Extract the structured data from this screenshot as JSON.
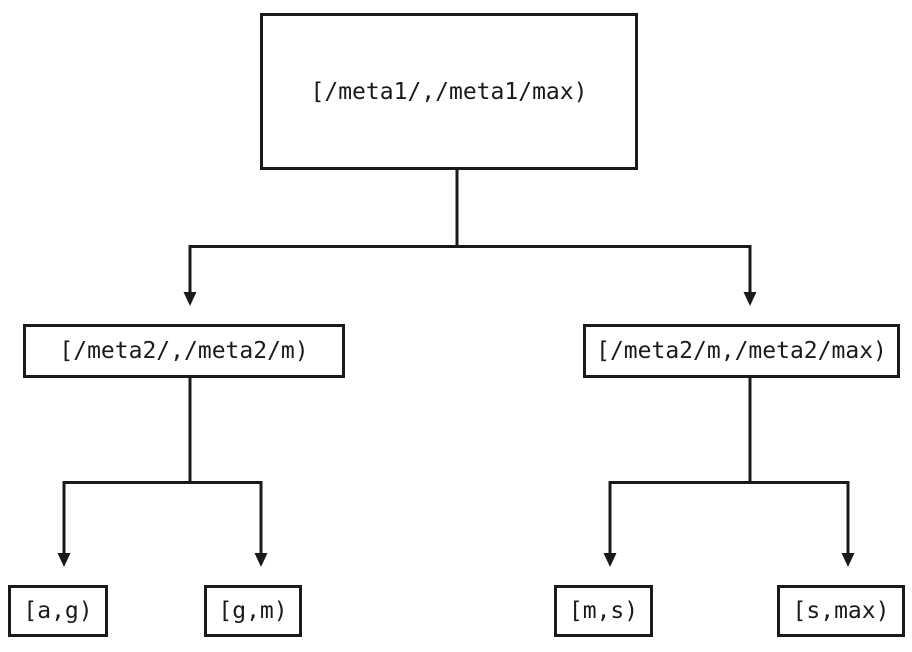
{
  "colors": {
    "line": "#1a1a1a",
    "text": "#1a1a1a",
    "node_fill": "#ffffff",
    "background": "#ffffff"
  },
  "tree": {
    "label": "[/meta1/,/meta1/max)",
    "children": [
      {
        "label": "[/meta2/,/meta2/m)",
        "children": [
          {
            "label": "[a,g)"
          },
          {
            "label": "[g,m)"
          }
        ]
      },
      {
        "label": "[/meta2/m,/meta2/max)",
        "children": [
          {
            "label": "[m,s)"
          },
          {
            "label": "[s,max)"
          }
        ]
      }
    ]
  }
}
